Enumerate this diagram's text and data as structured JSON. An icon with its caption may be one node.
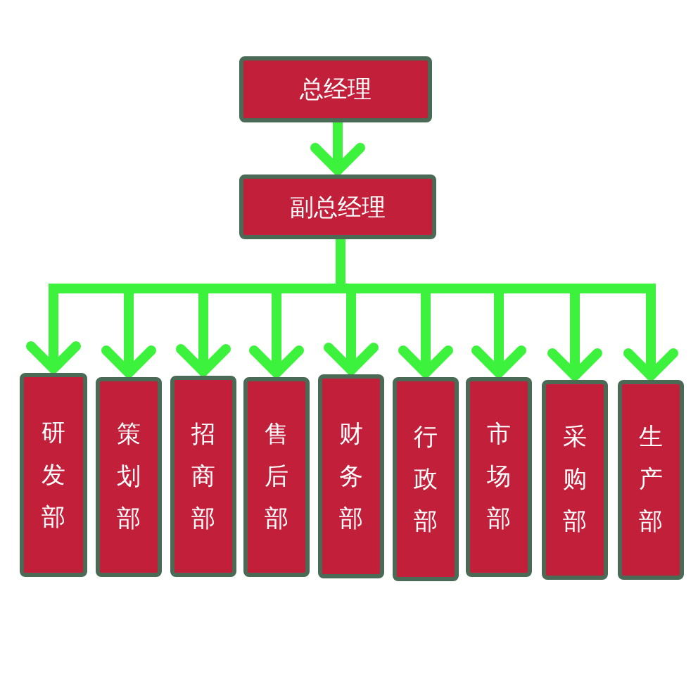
{
  "diagram": {
    "nodes": [
      {
        "text": [
          "总经理"
        ]
      },
      {
        "text": [
          "副总经理"
        ]
      },
      {
        "text": [
          "研发部"
        ]
      },
      {
        "text": [
          "策划部"
        ]
      },
      {
        "text": [
          "招商部"
        ]
      },
      {
        "text": [
          "售后部"
        ]
      },
      {
        "text": [
          "财务部"
        ]
      },
      {
        "text": [
          "行政部"
        ]
      },
      {
        "text": [
          "市场部"
        ]
      },
      {
        "text": [
          "采购部"
        ]
      },
      {
        "text": [
          "生产部"
        ]
      }
    ],
    "edges": [
      {
        "from": 0,
        "to": 1,
        "arrow": "to"
      },
      {
        "from": 1,
        "to": 2,
        "arrow": "to"
      },
      {
        "from": 1,
        "to": 3,
        "arrow": "to"
      },
      {
        "from": 1,
        "to": 4,
        "arrow": "to"
      },
      {
        "from": 1,
        "to": 5,
        "arrow": "to"
      },
      {
        "from": 1,
        "to": 6,
        "arrow": "to"
      },
      {
        "from": 1,
        "to": 7,
        "arrow": "to"
      },
      {
        "from": 1,
        "to": 8,
        "arrow": "to"
      },
      {
        "from": 1,
        "to": 9,
        "arrow": "to"
      },
      {
        "from": 1,
        "to": 10,
        "arrow": "to"
      }
    ]
  }
}
